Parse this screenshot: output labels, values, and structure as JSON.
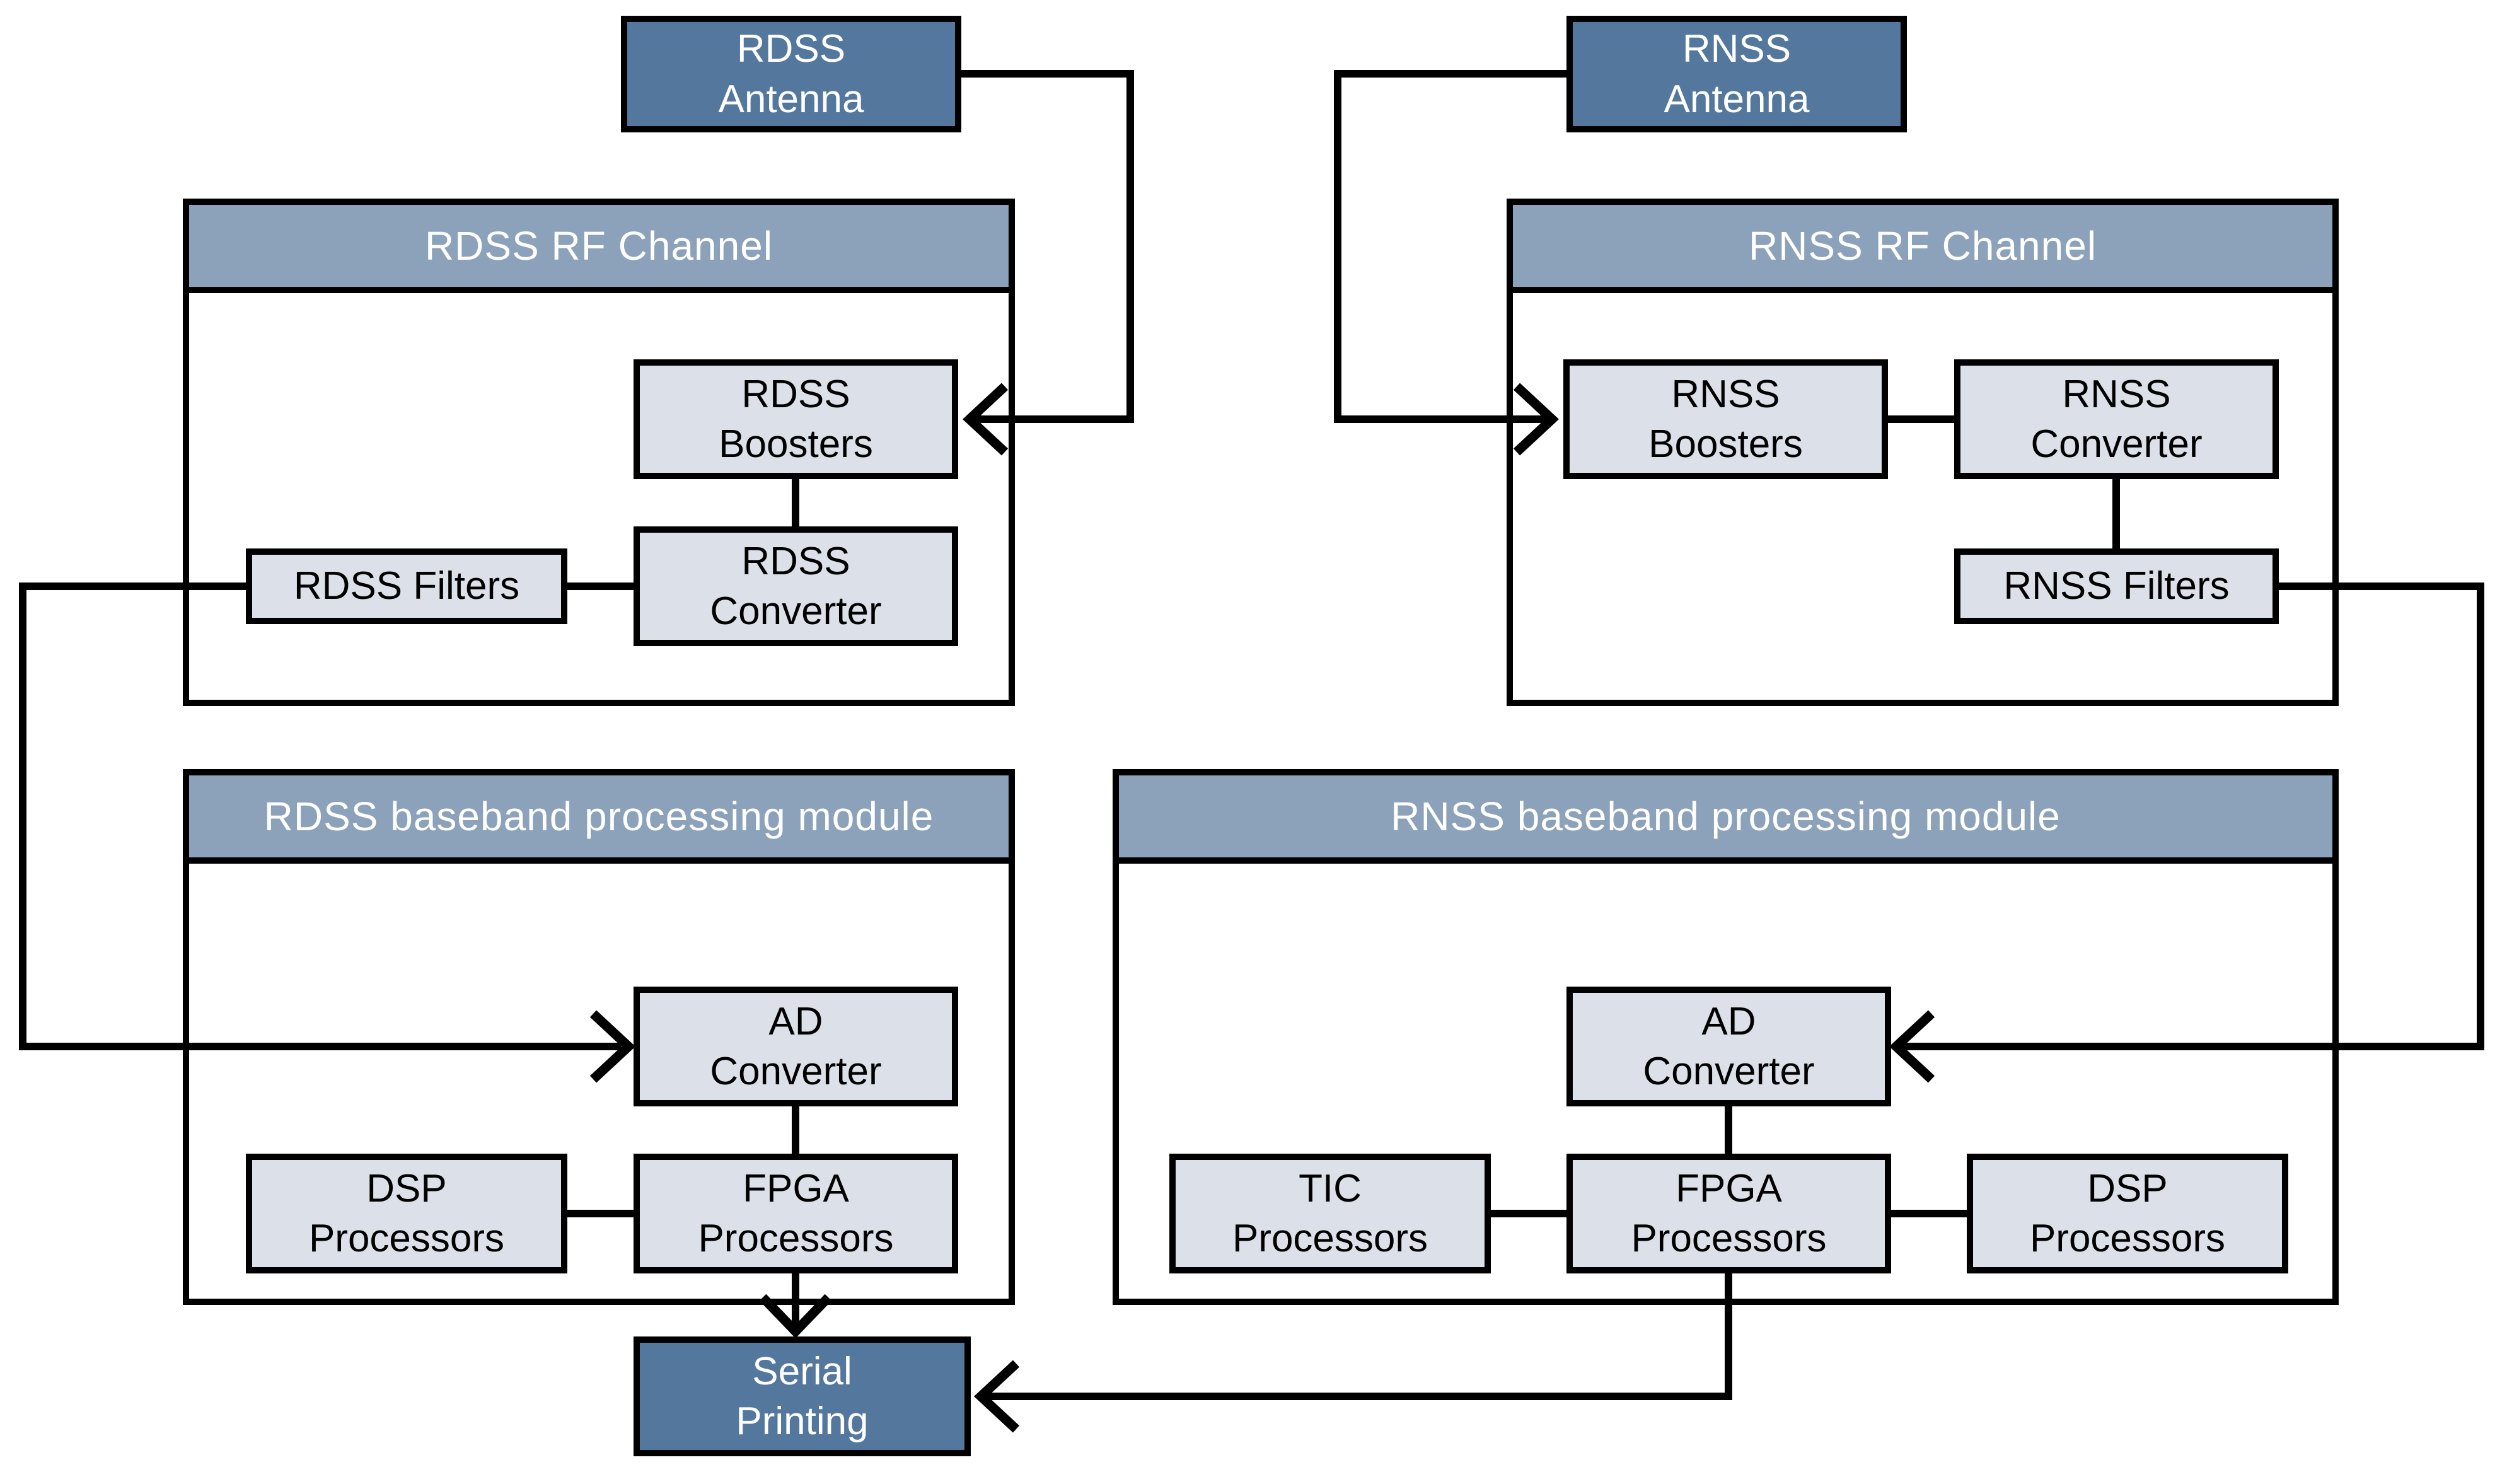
{
  "colors": {
    "dark_box": "#54779E",
    "header_band": "#8CA2BA",
    "light_box": "#DCE1E9",
    "line": "#000000",
    "text_on_dark": "#FFFFFF",
    "text_on_light": "#000000"
  },
  "nodes": {
    "rdss_antenna": {
      "line1": "RDSS",
      "line2": "Antenna"
    },
    "rnss_antenna": {
      "line1": "RNSS",
      "line2": "Antenna"
    },
    "serial_printing": {
      "line1": "Serial",
      "line2": "Printing"
    }
  },
  "rdss_rf_channel": {
    "header": "RDSS RF Channel",
    "boosters": {
      "line1": "RDSS",
      "line2": "Boosters"
    },
    "converter": {
      "line1": "RDSS",
      "line2": "Converter"
    },
    "filters": {
      "label": "RDSS Filters"
    }
  },
  "rnss_rf_channel": {
    "header": "RNSS RF Channel",
    "boosters": {
      "line1": "RNSS",
      "line2": "Boosters"
    },
    "converter": {
      "line1": "RNSS",
      "line2": "Converter"
    },
    "filters": {
      "label": "RNSS Filters"
    }
  },
  "rdss_baseband": {
    "header": "RDSS baseband processing module",
    "ad_converter": {
      "line1": "AD",
      "line2": "Converter"
    },
    "dsp": {
      "line1": "DSP",
      "line2": "Processors"
    },
    "fpga": {
      "line1": "FPGA",
      "line2": "Processors"
    }
  },
  "rnss_baseband": {
    "header": "RNSS baseband processing module",
    "ad_converter": {
      "line1": "AD",
      "line2": "Converter"
    },
    "tic": {
      "line1": "TIC",
      "line2": "Processors"
    },
    "fpga": {
      "line1": "FPGA",
      "line2": "Processors"
    },
    "dsp": {
      "line1": "DSP",
      "line2": "Processors"
    }
  }
}
